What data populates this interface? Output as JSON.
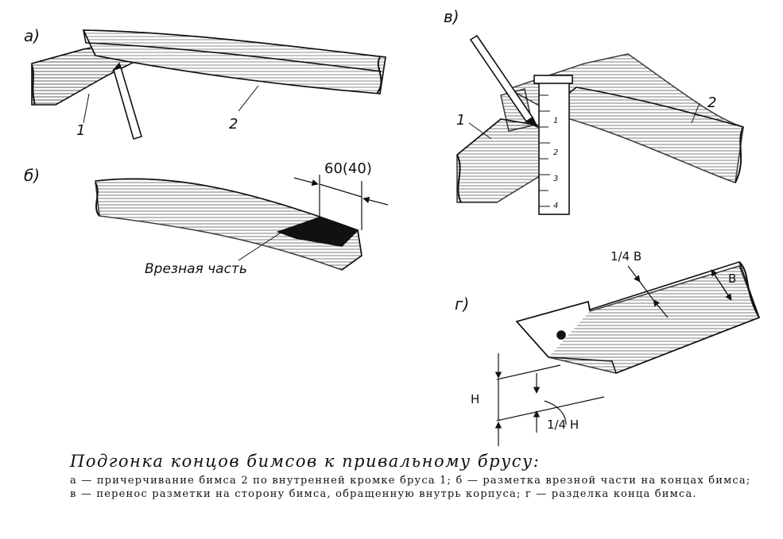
{
  "panels": {
    "a": {
      "label": "а)",
      "callouts": [
        "1",
        "2"
      ]
    },
    "b": {
      "label": "б)",
      "dimension": "60(40)",
      "part_label": "Врезная часть"
    },
    "v": {
      "label": "в)",
      "callouts": [
        "1",
        "2"
      ],
      "ruler_ticks": [
        "1",
        "2",
        "3",
        "4"
      ]
    },
    "g": {
      "label": "г)",
      "top_dim": "1/4 В",
      "width_dim": "В",
      "height_dim": "Н",
      "quarter_height": "1/4 Н"
    }
  },
  "caption": {
    "title": "Подгонка концов бимсов к привальному брусу:",
    "body": "а — причерчивание бимса 2 по внутренней кромке бруса 1; б — разметка врезной части на концах бимса; в — перенос разметки на сторону бимса, обращенную внутрь корпуса; г — разделка конца бимса."
  }
}
